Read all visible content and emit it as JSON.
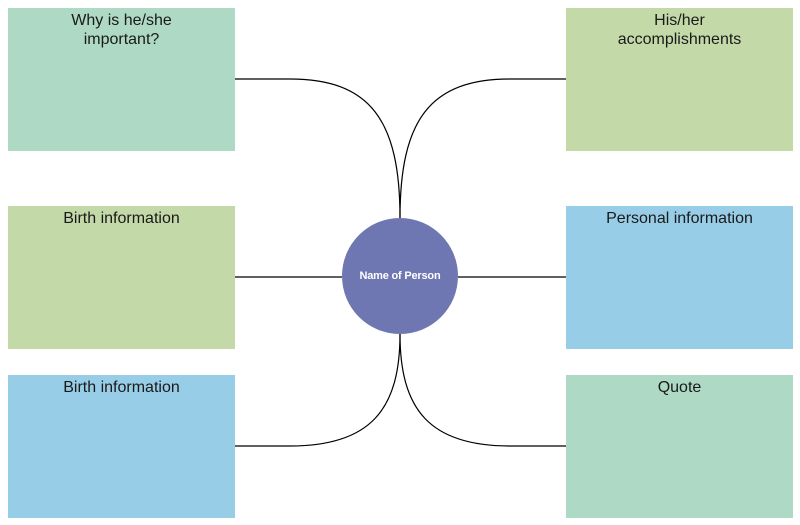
{
  "center": {
    "label": "Name of Person",
    "color": "#6f77b2"
  },
  "boxes": [
    {
      "id": "why",
      "label": "Why is he/she important?",
      "color": "#add9c5"
    },
    {
      "id": "accomplish",
      "label": "His/her accomplishments",
      "color": "#c4d9a8"
    },
    {
      "id": "birth1",
      "label": "Birth information",
      "color": "#c4d9a8"
    },
    {
      "id": "personal",
      "label": "Personal information",
      "color": "#98cde7"
    },
    {
      "id": "birth2",
      "label": "Birth information",
      "color": "#98cde7"
    },
    {
      "id": "quote",
      "label": "Quote",
      "color": "#add9c5"
    }
  ],
  "connector_color": "#000000"
}
